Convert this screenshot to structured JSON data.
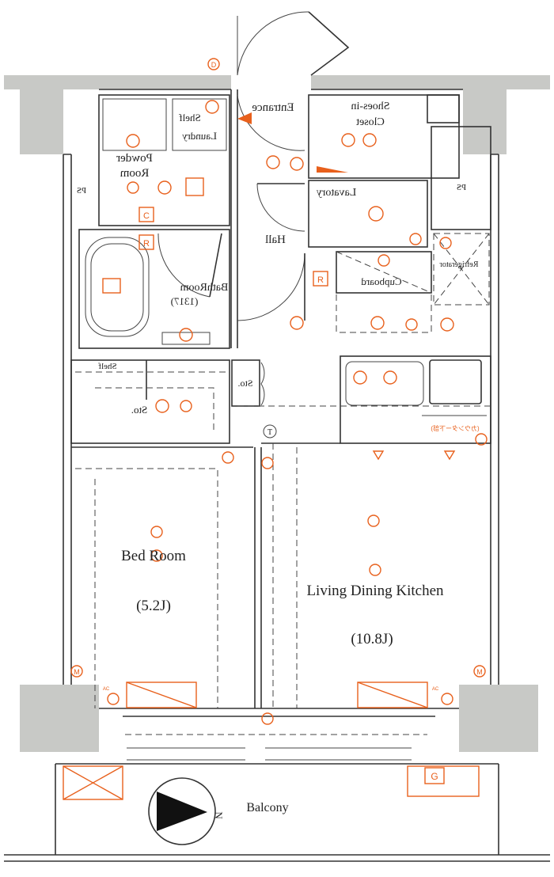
{
  "plan": {
    "rooms": {
      "entrance": "Entrance",
      "shoes_closet_1": "Shoes-in",
      "shoes_closet_2": "Closet",
      "shelf_top": "Shelf",
      "laundry": "Laundry",
      "powder_1": "Powder",
      "powder_2": "Room",
      "ps_left": "PS",
      "ps_right": "PS",
      "lavatory": "Lavatory",
      "hall": "Hall",
      "bathroom": "BathRoom",
      "bathroom_size": "(1317)",
      "refrigerator": "Refrigerator",
      "cupboard": "Cupboard",
      "storage_small": "Sto.",
      "storage_large": "Sto.",
      "shelf_lower": "Shelf",
      "bedroom": "Bed Room",
      "bedroom_size": "(5.2J)",
      "ldk": "Living Dining Kitchen",
      "ldk_size": "(10.8J)",
      "balcony": "Balcony",
      "north": "N"
    },
    "symbols": {
      "door_bell": "D",
      "c": "C",
      "r1": "R",
      "r2": "R",
      "t": "T",
      "m1": "M",
      "m2": "M",
      "ac1": "AC",
      "ac2": "AC",
      "gas": "G",
      "counter_note": "(カウンター下部)"
    },
    "colors": {
      "accent": "#e8601c",
      "wall": "#c8c9c6"
    }
  }
}
